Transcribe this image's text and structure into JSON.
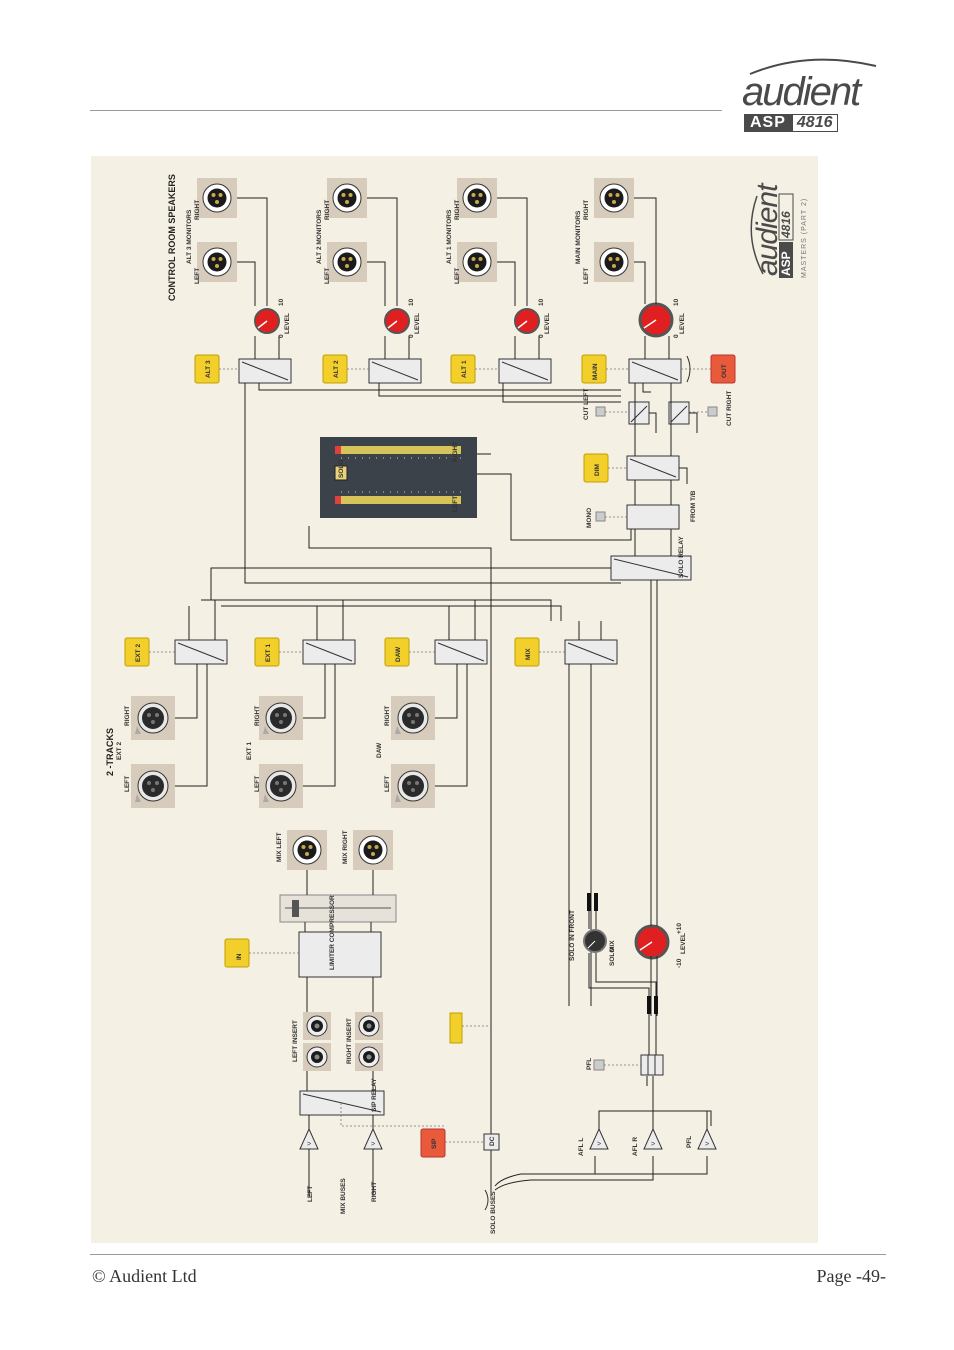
{
  "header": {
    "logo_text": "audient",
    "logo_badge_asp": "ASP",
    "logo_badge_num": "4816"
  },
  "diagram": {
    "section_control_room": "CONTROL ROOM SPEAKERS",
    "section_two_tracks": "2 -TRACKS",
    "monitors": [
      {
        "title": "ALT 3 MONITORS",
        "left": "LEFT",
        "right": "RIGHT",
        "button": "ALT 3",
        "level": "LEVEL",
        "min": "0",
        "max": "10"
      },
      {
        "title": "ALT 2 MONITORS",
        "left": "LEFT",
        "right": "RIGHT",
        "button": "ALT 2",
        "level": "LEVEL",
        "min": "0",
        "max": "10"
      },
      {
        "title": "ALT 1 MONITORS",
        "left": "LEFT",
        "right": "RIGHT",
        "button": "ALT 1",
        "level": "LEVEL",
        "min": "0",
        "max": "10"
      },
      {
        "title": "MAIN MONITORS",
        "left": "LEFT",
        "right": "RIGHT",
        "button": "MAIN",
        "level": "LEVEL",
        "min": "0",
        "max": "10"
      }
    ],
    "out_button": "OUT",
    "cut_left": "CUT LEFT",
    "cut_right": "CUT RIGHT",
    "dim_button": "DIM",
    "mono_label": "MONO",
    "from_tb": "FROM T/B",
    "solo_relay": "SOLO RELAY",
    "meter_left": "LEFT",
    "meter_right": "RIGHT",
    "meter_solo": "SOLO",
    "sources": [
      {
        "label": "EXT 2",
        "button": "EXT 2",
        "left": "LEFT",
        "right": "RIGHT"
      },
      {
        "label": "EXT 1",
        "button": "EXT 1",
        "left": "LEFT",
        "right": "RIGHT"
      },
      {
        "label": "DAW",
        "button": "DAW",
        "left": "LEFT",
        "right": "RIGHT"
      }
    ],
    "mix_button": "MIX",
    "mix_left": "MIX LEFT",
    "mix_right": "MIX RIGHT",
    "in_button": "IN",
    "limiter": "LIMITER COMPRESSOR",
    "left_insert": "LEFT INSERT",
    "right_insert": "RIGHT INSERT",
    "sip_relay": "SIP RELAY",
    "sip_button": "SIP",
    "dc_label": "DC",
    "mix_buses": "MIX BUSES",
    "bus_left": "LEFT",
    "bus_right": "RIGHT",
    "solo_buses": "SOLO BUSES",
    "solo_in_front": "SOLO IN FRONT",
    "solo": "SOLO",
    "mix": "MIX",
    "level_label": "LEVEL",
    "level_min": "-10",
    "level_max": "+10",
    "pfl": "PFL",
    "afl_l": "AFL L",
    "afl_r": "AFL R",
    "brand_word": "audient",
    "brand_asp": "ASP",
    "brand_num": "4816",
    "brand_caption": "MASTERS (PART 2)"
  },
  "footer": {
    "copyright": "© Audient Ltd",
    "page": "Page -49-"
  },
  "colors": {
    "panel": "#f5f0e4",
    "connector": "#d7ccbc",
    "knob_red": "#e02020",
    "button_yellow": "#f2cf2a",
    "button_red": "#e85a3a",
    "meter_bg": "#3b4249"
  }
}
